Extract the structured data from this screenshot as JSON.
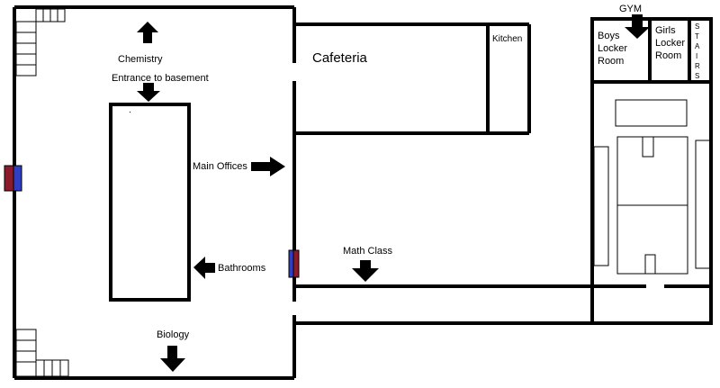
{
  "labels": {
    "chemistry": "Chemistry",
    "entrance_basement": "Entrance to basement",
    "cafeteria": "Cafeteria",
    "kitchen": "Kitchen",
    "gym": "GYM",
    "boys_locker": [
      "Boys",
      "Locker",
      "Room"
    ],
    "girls_locker": [
      "Girls",
      "Locker",
      "Room"
    ],
    "stairs": [
      "S",
      "T",
      "A",
      "I",
      "R",
      "S"
    ],
    "main_offices": "Main Offices",
    "bathrooms": "Bathrooms",
    "math_class": "Math Class",
    "biology": "Biology"
  },
  "colors": {
    "wall": "#000000",
    "door_red": "#8b1a2b",
    "door_blue": "#2f3fbf",
    "background": "#ffffff"
  },
  "icons": {
    "arrow": "block-arrow-icon",
    "stairs": "stairs-icon",
    "door": "door-icon"
  }
}
